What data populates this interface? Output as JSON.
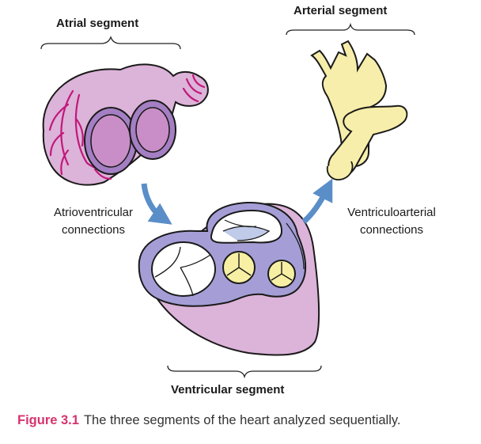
{
  "labels": {
    "atrial": "Atrial segment",
    "arterial": "Arterial segment",
    "atrioventricular_line1": "Atrioventricular",
    "atrioventricular_line2": "connections",
    "ventriculoarterial_line1": "Ventriculoarterial",
    "ventriculoarterial_line2": "connections",
    "ventricular": "Ventricular segment"
  },
  "caption": {
    "number": "Figure 3.1",
    "text": "The three segments of the heart analyzed sequentially."
  },
  "colors": {
    "atrial_fill": "#dcb3d9",
    "atrial_vessels": "#c2187a",
    "ventricular_fill": "#dcb3d9",
    "ring_fill": "#a59ed6",
    "valve_yellow": "#f7f0a4",
    "arterial_fill": "#f6eeaa",
    "arrow": "#5a8ec8",
    "caption_accent": "#d6336c"
  }
}
